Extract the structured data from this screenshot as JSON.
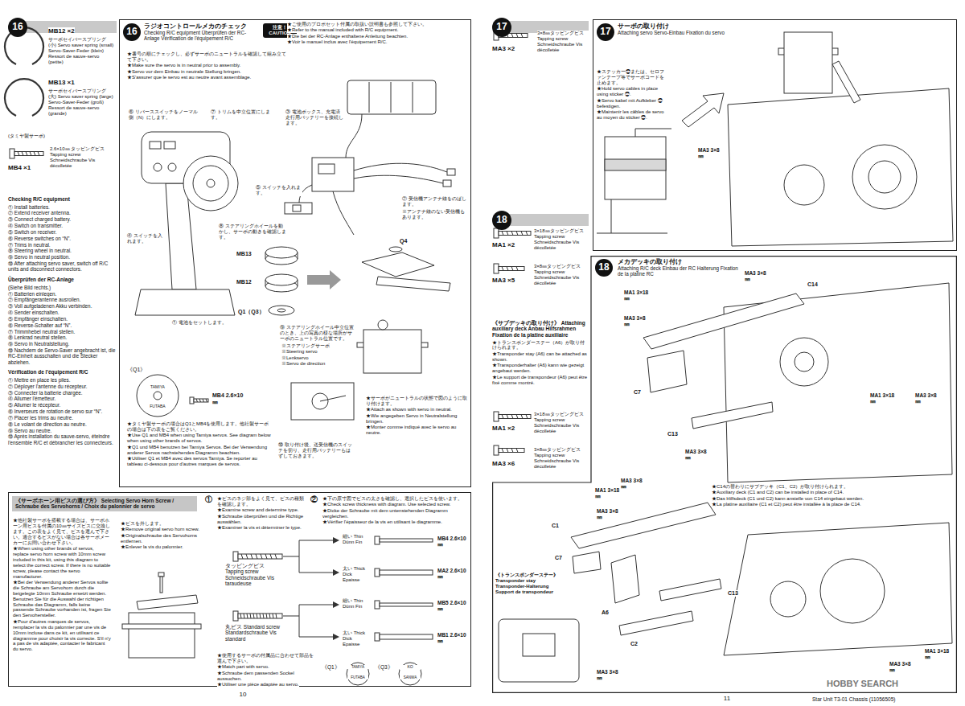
{
  "diagram": {
    "nodes": [
      {
        "text": [
          "16"
        ]
      },
      {
        "text": [
          "ラジオコントロールメカのチェック",
          "Checking R/C equipment Überprüfen der RC-Anlage Vérification de l'équipement R/C"
        ]
      },
      {
        "text": [
          "16"
        ],
        "in": 1
      },
      {
        "text": [
          "注意！ CAUTION"
        ],
        "in": 1
      },
      {
        "text": [
          "《サーボホーン用ビスの選び方》 Selecting Servo Horn Screw / Schraube des Servohorns / Choix du palonnier de servo"
        ]
      },
      {
        "text": [
          "17"
        ]
      },
      {
        "text": [
          "サーボの取り付け",
          "Attaching servo Servo-Einbau Fixation du servo"
        ]
      },
      {
        "text": [
          "17"
        ],
        "in": 6
      },
      {
        "text": [
          "18"
        ]
      },
      {
        "text": [
          "メカデッキの取り付け",
          "Attaching R/C deck Einbau der RC Halterung Fixation de la platine RC"
        ]
      },
      {
        "text": [
          "18"
        ],
        "in": 9
      }
    ],
    "labels": [
      "MB12 ×2",
      "サーボセイバースプリング (小) Servo saver spring (small) Servo-Saver-Feder (klein) Ressort de sauve-servo (petite)",
      "MB13 ×1",
      "サーボセイバースプリング (大) Servo saver spring (large) Servo-Saver-Feder (groß) Ressort de sauve-servo (grande)",
      "(タミヤ製サーボ)",
      "2.6×10㎜ タッピングビス Tapping screw Schneidschraube Vis décolletée",
      "MB4 ×1",
      "Checking R/C equipment",
      "① Install batteries.",
      "② Extend receiver antenna.",
      "③ Connect charged battery.",
      "④ Switch on transmitter.",
      "⑤ Switch on receiver.",
      "⑥ Reverse switches on “N”.",
      "⑦ Trims in neutral.",
      "⑧ Steering wheel in neutral.",
      "⑨ Servo in neutral position.",
      "⑩ After attaching servo saver, switch off R/C units and disconnect connectors.",
      "Überprüfen der RC-Anlage",
      "(Siehe Bild rechts.)",
      "① Batterien einlegen.",
      "② Empfängerantenne ausrollen.",
      "③ Voll aufgeladenen Akku verbinden.",
      "④ Sender einschalten.",
      "⑤ Empfänger einschalten.",
      "⑥ Reverse-Schalter auf “N”.",
      "⑦ Trimmhebel neutral stellen.",
      "⑧ Lenkrad neutral stellen.",
      "⑨ Servo in Neutralstellung.",
      "⑩ Nachdem de Servo-Saver angebracht ist, die RC-Einheit ausschalten und die Stecker abziehen.",
      "Vérification de l'équipement R/C",
      "① Mettre en place les piles.",
      "② Déployer l'antenne du récepteur.",
      "③ Connecter la batterie chargée.",
      "④ Allumer l'émetteur.",
      "⑤ Allumer le récepteur.",
      "⑥ Inverseurs de rotation de servo sur “N”.",
      "⑦ Placer les trims au neutre.",
      "⑧ Le volant de direction au neutre.",
      "⑨ Servo au neutre.",
      "⑩ Après installation du sauve-servo, éteindre l'ensemble R/C et débrancher les connecteurs.",
      "★ご使用のプロポセット付属の取扱い説明書も参照して下さい。",
      "★Refer to the manual included with R/C equipment.",
      "★Die bei der RC-Anlage enthaltene Anleitung beachten.",
      "★Voir le manuel inclus avec l'équipement R/C.",
      "★番号の順にチェックし、必ずサーボのニュートラルを確認して組み立てて下さい。",
      "★Make sure the servo is in neutral prior to assembly.",
      "★Servo vor dem Einbau in neutrale Stellung bringen.",
      "★S'assurer que le servo est au neutre avant assemblage.",
      "⑥ リバーススイッチをノーマル側（N）にします。",
      "⑦ トリムを中立位置にします。",
      "③ 電池ボックス、充電済走行用バッテリーを接続します。",
      "⑤ スイッチを入れます。",
      "② 受信機アンテナ線をのばします。",
      "※アンテナ線のない受信機もあります。",
      "④ スイッチを入れます。",
      "⑧ ステアリングホイールを動かし、サーボの動きを確認します。",
      "MB13",
      "MB12",
      "Q1（Q3）",
      "Q4",
      "① 電池をセットします。",
      "⑨ ステアリングホイール中立位置のとき、上の写真の様な場所がサーボのニュートラル位置です。",
      "※ステアリングサーボ",
      "※Steering servo",
      "※Lenkservo",
      "※Servo de direction",
      "★サーボがニュートラルの状態で図のように取り付けます。",
      "★Attach as shown with servo in neutral.",
      "★Wie angegeben Servo in Neutralstellung bringen.",
      "★Monter comme indiqué avec le servo au neutre.",
      "⑩ 取り付け後、送受信機のスイッチを切り、走行用バッテリーもはずしておきます。",
      "《Q1》",
      "TAMIYA",
      "FUTABA",
      "MB4 2.6×10㎜",
      "★タミヤ製サーボの場合はQ1とMB4を使用します。他社製サーボの場合は下の表をご覧ください。",
      "★Use Q1 and MB4 when using Tamiya servos. See diagram below when using other brands of servos.",
      "★Q1 und MB4 benutzen bei Tamiya Servos. Bei der Verwendung anderer Servos nachstehendes Diagramm beachten.",
      "★Utiliser Q1 et MB4 avec des servos Tamiya. Se reporter au tableau ci-dessous pour d'autres marques de servos.",
      "★他社製サーボを搭載する場合は、サーボホーン用ビスを付属の10㎜サイズビスに交換します。この表をよく見て、ビスを選んで下さい。適合するビスがない場合は各サーボメーカーにお問い合わせ下さい。",
      "★When using other brands of servos, replace servo horn screw with 10mm screw included in this kit, using this diagram to select the correct screw. If there is no suitable screw, please contact the servo manufacturer.",
      "★Bei der Verwendung anderer Servos sollte die Schraube am Servohorn durch die beigelegte 10mm Schraube ersetzt werden. Benutzen Sie für die Auswahl der richtigen Schraube das Diagramm, falls keine passende Schraube vorhanden ist, fragen Sie den Servohersteller.",
      "★Pour d'autres marques de servos, remplacer la vis du palonnier par une vis de 10mm incluse dans ce kit, en utilisant ce diagramme pour choisir la vis correcte. S'il n'y a pas de vis adaptée, contacter le fabricant du servo.",
      "★ビスを外します。",
      "★Remove original servo horn screw.",
      "★Originalschraube des Servohorns entfernen.",
      "★Enlever la vis du palonnier.",
      "①",
      "★ビスのネジ部をよく見て、ビスの種類を確認します。",
      "★Examine screw and determine type.",
      "★Schraube überprüfen und die Richtige auswählen.",
      "★Examiner la vis et déterminer le type.",
      "②",
      "★下の原寸図でビスの太さを確認し、選択したビスを使います。",
      "★Check screw thickness with diagram. Use selected screw.",
      "★Dicke der Schraube mit dem untenstehenden Diagramm vergleichen.",
      "★Vérifier l'épaisseur de la vis en utilisant le diagramme.",
      "タッピングビス Tapping screw Schneidschraube Vis taraudeuse",
      "丸ビス Standard screw Standardschraube Vis standard",
      "細い Thin Dünn Fin",
      "太い Thick Dick Epaisse",
      "細い Thin Dünn Fin",
      "太い Thick Dick Epaisse",
      "MB4 2.6×10㎜",
      "MA2 2.6×10㎜",
      "MB5 2.6×10㎜",
      "MB1 2.6×10㎜",
      "★使用するサーボの付属品に合わせて部品を選んで下さい。",
      "★Match part with servo.",
      "★Schraube dem passenden Sockel aussuchen.",
      "★Utiliser une pièce adaptée au servo.",
      "《Q1》",
      "《Q3》",
      "TAMIYA",
      "FUTABA",
      "KO",
      "SANWA",
      "10",
      "MA3 ×2",
      "3×8㎜タッピングビス Tapping screw Schneidschraube Vis décolletée",
      "★ステッカー㉒または、セロファンテープ等でサーボコードを止めます。",
      "★Hold servo cables in place using sticker ㉒.",
      "★Servo kabel mit Aufkleber ㉒ befestigen.",
      "★Maintenir les câbles de servo au moyen du sticker ㉒.",
      "MA3 3×8㎜",
      "MA1 ×2",
      "3×18㎜タッピングビス Tapping screw Schneidschraube Vis décolletée",
      "MA3 ×5",
      "3×8㎜タッピングビス Tapping screw Schneidschraube Vis décolletée",
      "《サブデッキの取り付け》 Attaching auxiliary deck Anbau Hilfsrahmen Fixation de la platine auxiliaire",
      "★トランスポンダーステー（A6）が取り付けられます。",
      "★Transponder stay (A6) can be attached as shown.",
      "★Transponderhalter (A6) kann wie gezeigt angebaut werden.",
      "★Le support de transpondeur (A6) peut être fixé comme montré.",
      "MA1 ×2",
      "3×18㎜タッピングビス Tapping screw Schneidschraube Vis décolletée",
      "MA3 ×6",
      "3×8㎜タッピングビス Tapping screw Schneidschraube Vis décolletée",
      "MA3 3×8㎜",
      "C14",
      "MA1 3×18㎜",
      "MA3 3×8㎜",
      "C7",
      "C13",
      "MA3 3×8㎜",
      "MA1 3×18㎜",
      "MA3 3×8㎜",
      "MA3 3×8㎜",
      "MA1 3×18㎜",
      "MA3 3×8㎜",
      "★C14の替わりにサブデッキ（C1、C2）が取り付けられます。",
      "★Auxiliary deck (C1 and C2) can be installed in place of C14.",
      "★Das Hilfsdeck (C1 und C2) kann anstelle von C14 eingebaut werden.",
      "★La platine auxiliaire (C1 et C2) peut être installée à la place de C14.",
      "C1",
      "C7",
      "《トランスポンダーステー》 Transponder stay Transponder-Halterung Support de transpondeur",
      "A6",
      "C2",
      "C13",
      "MA3 3×8㎜",
      "MA1 3×18㎜",
      "MA3 3×8㎜",
      "11",
      "Star Unit T3-01 Chassis (11056505)",
      "HOBBY SEARCH"
    ]
  }
}
